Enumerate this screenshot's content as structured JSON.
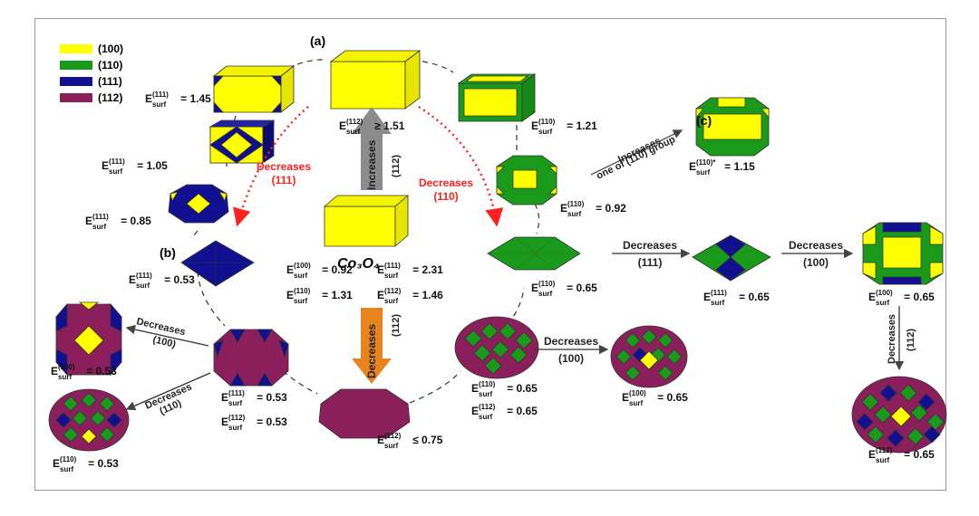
{
  "legend": [
    {
      "label": "(100)",
      "color": "#ffff00"
    },
    {
      "label": "(110)",
      "color": "#1a9a1a"
    },
    {
      "label": "(111)",
      "color": "#101090"
    },
    {
      "label": "(112)",
      "color": "#8a1f5c"
    }
  ],
  "panels": {
    "a": "(a)",
    "b": "(b)",
    "c": "(c)"
  },
  "formula": "Co₃O₄",
  "esurf": {
    "E": "E",
    "sub": "surf",
    "eq": "= ",
    "ge": "≥ ",
    "le": "≤ "
  },
  "facets": {
    "f100": "(100)",
    "f110": "(110)",
    "f111": "(111)",
    "f112": "(112)",
    "f110star": "(110)*"
  },
  "values": {
    "v151": "1.51",
    "v145": "1.45",
    "v121": "1.21",
    "v115": "1.15",
    "v105": "1.05",
    "v092": "0.92",
    "v085": "0.85",
    "v053": "0.53",
    "v065": "0.65",
    "v075": "0.75",
    "v131": "1.31",
    "v231": "2.31",
    "v146": "1.46"
  },
  "arrows": {
    "decreases": "Decreases",
    "increases": "Increases",
    "one_group": "one of (110) group",
    "p100": "(100)",
    "p110": "(110)",
    "p111": "(111)",
    "p112": "(112)"
  },
  "colors": {
    "c100": "#ffff00",
    "c110": "#1a9a1a",
    "c111": "#101090",
    "c112": "#8a1f5c",
    "red": "#ff2020",
    "gray": "#8c8c8c",
    "orange": "#e8841e"
  }
}
